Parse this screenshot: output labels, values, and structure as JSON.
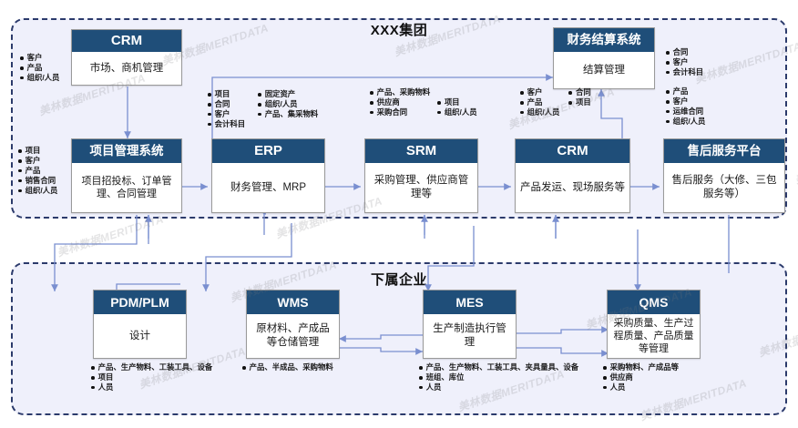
{
  "panels": {
    "group": {
      "title": "XXX集团"
    },
    "subsidiary": {
      "title": "下属企业"
    }
  },
  "colors": {
    "header_bar": "#1F4E79",
    "panel_background": "#EFF0FB",
    "panel_border": "#2B3A6B",
    "connector": "#7A8FD0",
    "box_body": "#FFFFFF"
  },
  "group_systems": [
    {
      "key": "crm_top",
      "title": "CRM",
      "body": "市场、商机管理"
    },
    {
      "key": "finance",
      "title": "财务结算系统",
      "body": "结算管理"
    },
    {
      "key": "pms",
      "title": "项目管理系统",
      "body": "项目招投标、订单管理、合同管理"
    },
    {
      "key": "erp",
      "title": "ERP",
      "body": "财务管理、MRP"
    },
    {
      "key": "srm",
      "title": "SRM",
      "body": "采购管理、供应商管理等"
    },
    {
      "key": "crm_bottom",
      "title": "CRM",
      "body": "产品发运、现场服务等"
    },
    {
      "key": "aftersales",
      "title": "售后服务平台",
      "body": "售后服务（大修、三包服务等）"
    }
  ],
  "sub_systems": [
    {
      "key": "pdm",
      "title": "PDM/PLM",
      "body": "设计"
    },
    {
      "key": "wms",
      "title": "WMS",
      "body": "原材料、产成品等仓储管理"
    },
    {
      "key": "mes",
      "title": "MES",
      "body": "生产制造执行管理"
    },
    {
      "key": "qms",
      "title": "QMS",
      "body": "采购质量、生产过程质量、产品质量等管理"
    }
  ],
  "bullets": {
    "crm_top": {
      "cols": [
        [
          "客户",
          "产品",
          "组织/人员"
        ]
      ]
    },
    "pms": {
      "cols": [
        [
          "项目",
          "客户",
          "产品",
          "销售合同",
          "组织/人员"
        ]
      ]
    },
    "erp": {
      "cols": [
        [
          "项目",
          "合同",
          "客户",
          "会计科目"
        ],
        [
          "固定资产",
          "组织/人员",
          "产品、集采物料"
        ]
      ]
    },
    "srm": {
      "cols": [
        [
          "产品、采购物料",
          "供应商",
          "采购合同"
        ],
        [
          "项目",
          "组织/人员"
        ]
      ]
    },
    "crm_bottom": {
      "cols": [
        [
          "客户",
          "产品",
          "组织/人员"
        ],
        [
          "合同",
          "项目"
        ]
      ]
    },
    "finance": {
      "cols": [
        [
          "合同",
          "客户",
          "会计科目"
        ]
      ]
    },
    "aftersales": {
      "cols": [
        [
          "产品",
          "客户",
          "运维合同",
          "组织/人员"
        ]
      ]
    },
    "pdm": {
      "cols": [
        [
          "产品、生产物料、工装工具、设备",
          "项目",
          "人员"
        ]
      ]
    },
    "wms": {
      "cols": [
        [
          "产品、半成品、采购物料"
        ]
      ]
    },
    "mes": {
      "cols": [
        [
          "产品、生产物料、工装工具、夹具量具、设备",
          "班组、库位",
          "人员"
        ]
      ]
    },
    "qms": {
      "cols": [
        [
          "采购物料、产成品等",
          "供应商",
          "人员"
        ]
      ]
    }
  },
  "watermarks": [
    "美林数据MERITDATA",
    "美林数据MERITDATA",
    "美林数据MERITDATA",
    "美林数据MERITDATA",
    "美林数据MERITDATA",
    "美林数据MERITDATA",
    "美林数据MERITDATA",
    "美林数据MERITDATA",
    "美林数据MERITDATA",
    "美林数据MERITDATA",
    "美林数据MERITDATA",
    "美林数据MERITDATA",
    "美林数据MERITDATA",
    "美林数据MERITDATA"
  ]
}
